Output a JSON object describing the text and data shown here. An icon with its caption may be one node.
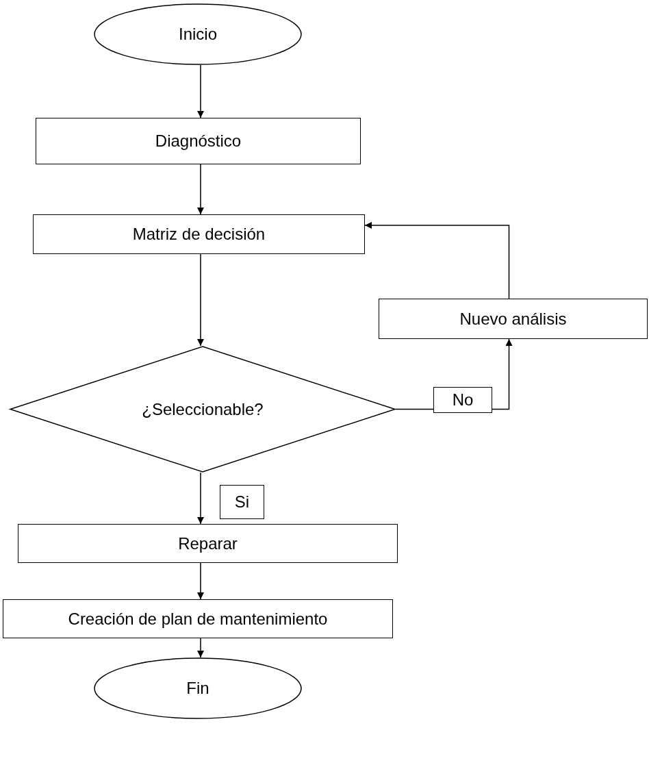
{
  "diagram": {
    "nodes": [
      {
        "text": [
          "Inicio"
        ]
      },
      {
        "text": [
          "Diagnóstico"
        ]
      },
      {
        "text": [
          "Matriz de decisión"
        ]
      },
      {
        "text": [
          "Nuevo análisis"
        ]
      },
      {
        "text": [
          "¿Seleccionable?"
        ]
      },
      {
        "text": [
          "Reparar"
        ]
      },
      {
        "text": [
          "Creación de plan de mantenimiento"
        ]
      },
      {
        "text": [
          "Fin"
        ]
      }
    ],
    "edges": [
      {
        "from": 0,
        "to": 1,
        "arrow": "to"
      },
      {
        "from": 1,
        "to": 2,
        "arrow": "to"
      },
      {
        "from": 2,
        "to": 4,
        "arrow": "to"
      },
      {
        "from": 4,
        "to": 3,
        "arrow": "to",
        "label": "No"
      },
      {
        "from": 3,
        "to": 2,
        "arrow": "to"
      },
      {
        "from": 4,
        "to": 5,
        "arrow": "to",
        "label": "Si"
      },
      {
        "from": 5,
        "to": 6,
        "arrow": "to"
      },
      {
        "from": 6,
        "to": 7,
        "arrow": "to"
      }
    ]
  }
}
